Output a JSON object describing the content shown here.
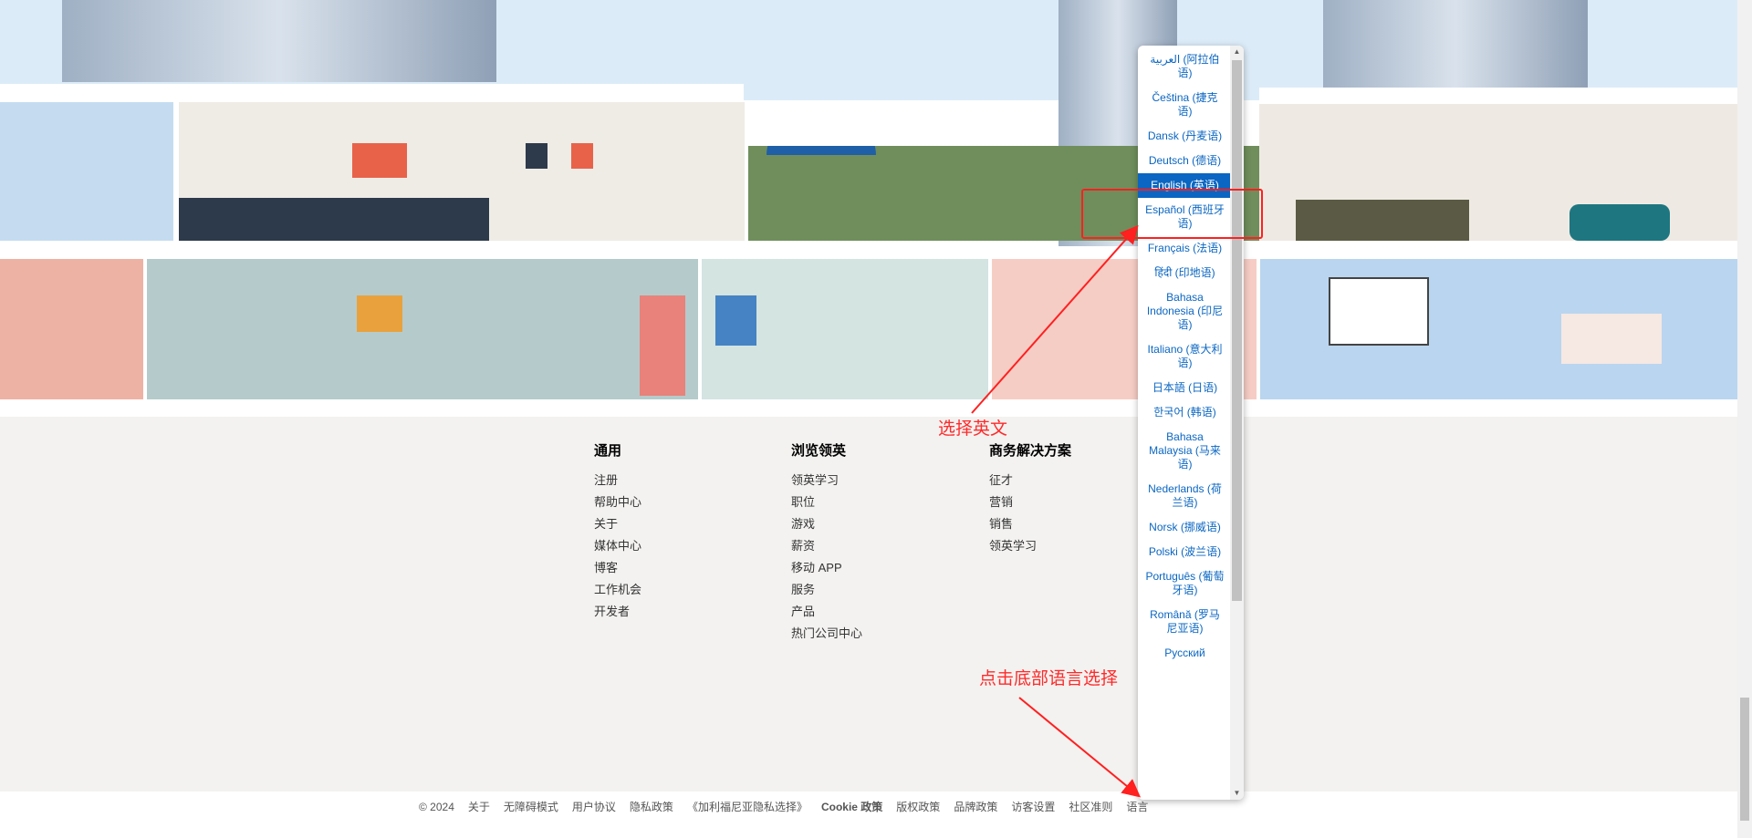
{
  "footer": {
    "columns": [
      {
        "heading": "通用",
        "links": [
          "注册",
          "帮助中心",
          "关于",
          "媒体中心",
          "博客",
          "工作机会",
          "开发者"
        ]
      },
      {
        "heading": "浏览领英",
        "links": [
          "领英学习",
          "职位",
          "游戏",
          "薪资",
          "移动 APP",
          "服务",
          "产品",
          "热门公司中心"
        ]
      },
      {
        "heading": "商务解决方案",
        "links": [
          "征才",
          "营销",
          "销售",
          "领英学习"
        ]
      }
    ],
    "bottom_links": [
      "© 2024",
      "关于",
      "无障碍模式",
      "用户协议",
      "隐私政策",
      "《加利福尼亚隐私选择》",
      "Cookie 政策",
      "版权政策",
      "品牌政策",
      "访客设置",
      "社区准则",
      "语言"
    ]
  },
  "language_dropdown": {
    "selected": "English (英语)",
    "options": [
      "العربية (阿拉伯语)",
      "Čeština (捷克语)",
      "Dansk (丹麦语)",
      "Deutsch (德语)",
      "English (英语)",
      "Español (西班牙语)",
      "Français (法语)",
      "हिंदी (印地语)",
      "Bahasa Indonesia (印尼语)",
      "Italiano (意大利语)",
      "日本語 (日语)",
      "한국어 (韩语)",
      "Bahasa Malaysia (马来语)",
      "Nederlands (荷兰语)",
      "Norsk (挪威语)",
      "Polski (波兰语)",
      "Português (葡萄牙语)",
      "Română (罗马尼亚语)",
      "Русский"
    ]
  },
  "annotations": {
    "select_english": "选择英文",
    "click_language": "点击底部语言选择"
  },
  "colors": {
    "link_blue": "#0a66c2",
    "annotation_red": "#ff2a2a",
    "footer_bg": "#f3f2f0"
  }
}
